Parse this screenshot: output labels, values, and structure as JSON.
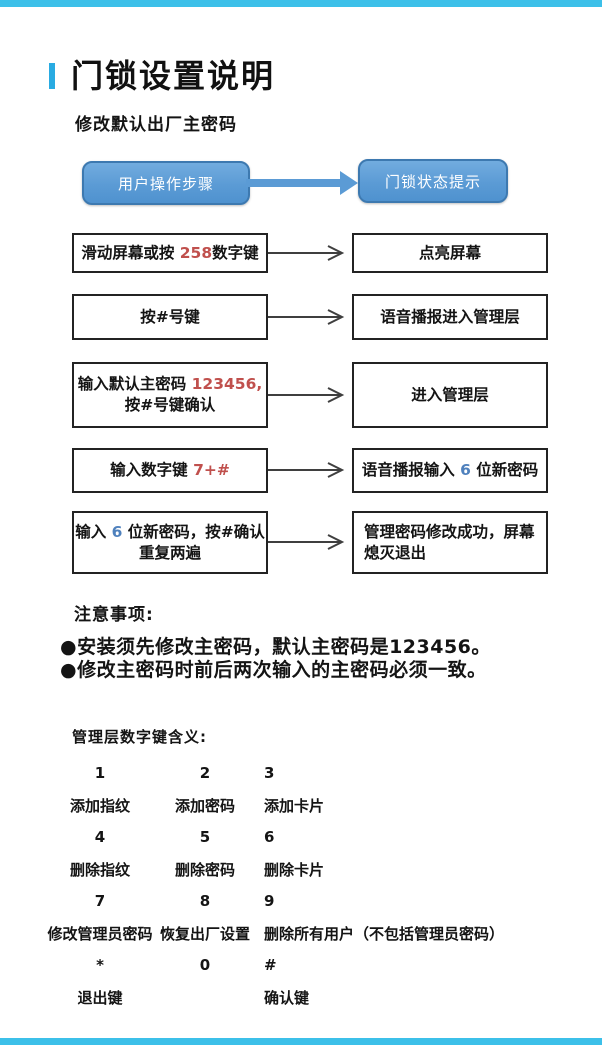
{
  "colors": {
    "accent_cyan": "#29abe2",
    "edge_strip_cyan": "#3cc0e9",
    "button_blue": "#5b9bd5",
    "button_border_blue": "#3d79b0",
    "highlight_red": "#c0504d",
    "highlight_blue": "#4f81bd",
    "box_border": "#232323",
    "arrow_gray": "#3f3f3f"
  },
  "header": {
    "title": "门锁设置说明",
    "subtitle": "修改默认出厂主密码"
  },
  "flow": {
    "step_button": "用户操作步骤",
    "status_button": "门锁状态提示",
    "rows": [
      {
        "left": [
          [
            {
              "t": "滑动屏幕或按 "
            },
            {
              "t": "258",
              "c": "red"
            },
            {
              "t": "数字键"
            }
          ]
        ],
        "right": [
          [
            {
              "t": "点亮屏幕"
            }
          ]
        ]
      },
      {
        "left": [
          [
            {
              "t": "按#号键"
            }
          ]
        ],
        "right": [
          [
            {
              "t": "语音播报进入管理层"
            }
          ]
        ]
      },
      {
        "left": [
          [
            {
              "t": "输入默认主密码 "
            },
            {
              "t": "123456,",
              "c": "red"
            }
          ],
          [
            {
              "t": "按#号键确认"
            }
          ]
        ],
        "right": [
          [
            {
              "t": "进入管理层"
            }
          ]
        ]
      },
      {
        "left": [
          [
            {
              "t": "输入数字键 "
            },
            {
              "t": "7+#",
              "c": "red"
            }
          ]
        ],
        "right": [
          [
            {
              "t": "语音播报输入 "
            },
            {
              "t": "6",
              "c": "blue"
            },
            {
              "t": " 位新密码"
            }
          ]
        ]
      },
      {
        "left": [
          [
            {
              "t": "输入 "
            },
            {
              "t": "6",
              "c": "blue"
            },
            {
              "t": " 位新密码，按#确认"
            }
          ],
          [
            {
              "t": "重复两遍"
            }
          ]
        ],
        "right": [
          [
            {
              "t": "管理密码修改成功，屏幕"
            }
          ],
          [
            {
              "t": "熄灭退出"
            }
          ]
        ]
      }
    ]
  },
  "notes": {
    "heading": "注意事项:",
    "items": [
      "●安装须先修改主密码，默认主密码是123456。",
      "●修改主密码时前后两次输入的主密码必须一致。"
    ]
  },
  "keypad": {
    "heading": "管理层数字键含义:",
    "rows": [
      [
        "1",
        "2",
        "3"
      ],
      [
        "添加指纹",
        "添加密码",
        "添加卡片"
      ],
      [
        "4",
        "5",
        "6"
      ],
      [
        "删除指纹",
        "删除密码",
        "删除卡片"
      ],
      [
        "7",
        "8",
        "9"
      ],
      [
        "修改管理员密码",
        "恢复出厂设置",
        "删除所有用户（不包括管理员密码）"
      ],
      [
        "*",
        "0",
        "#"
      ],
      [
        "退出键",
        "",
        "确认键"
      ]
    ]
  }
}
